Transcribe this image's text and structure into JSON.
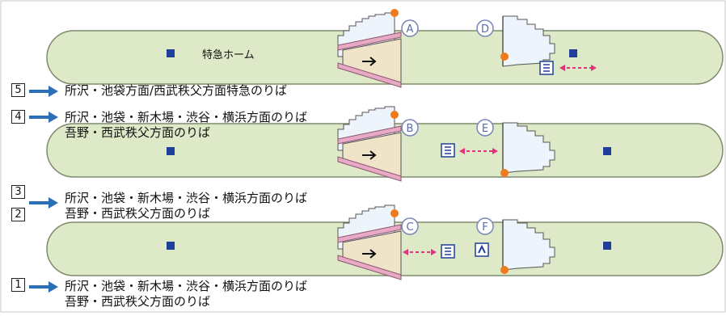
{
  "platform_label": "特急ホーム",
  "tracks": [
    {
      "number": "5",
      "line1": "所沢・池袋方面/西武秩父方面特急のりば",
      "line2": ""
    },
    {
      "number": "4",
      "line1": "所沢・池袋・新木場・渋谷・横浜方面のりば",
      "line2": "吾野・西武秩父方面のりば"
    },
    {
      "number": "3",
      "line1": "所沢・池袋・新木場・渋谷・横浜方面のりば",
      "line2": "吾野・西武秩父方面のりば"
    },
    {
      "number": "2",
      "line1": "",
      "line2": ""
    },
    {
      "number": "1",
      "line1": "所沢・池袋・新木場・渋谷・横浜方面のりば",
      "line2": "吾野・西武秩父方面のりば"
    }
  ],
  "stair_labels": [
    "A",
    "B",
    "C",
    "D",
    "E",
    "F"
  ],
  "icons": {
    "elevator": "elevator-icon",
    "escalator": "escalator-icon",
    "accessible_toilet": "wheelchair-icon"
  },
  "colors": {
    "platform": "#dde9c7",
    "platform_edge": "#7f8a6e",
    "arrow": "#2b6fb7",
    "marker": "#1f3f9a",
    "escalator_rail": "#e8a9c4",
    "stair_fill": "#eef4fb",
    "dot": "#f07a1a",
    "circle": "#7a86b8"
  }
}
